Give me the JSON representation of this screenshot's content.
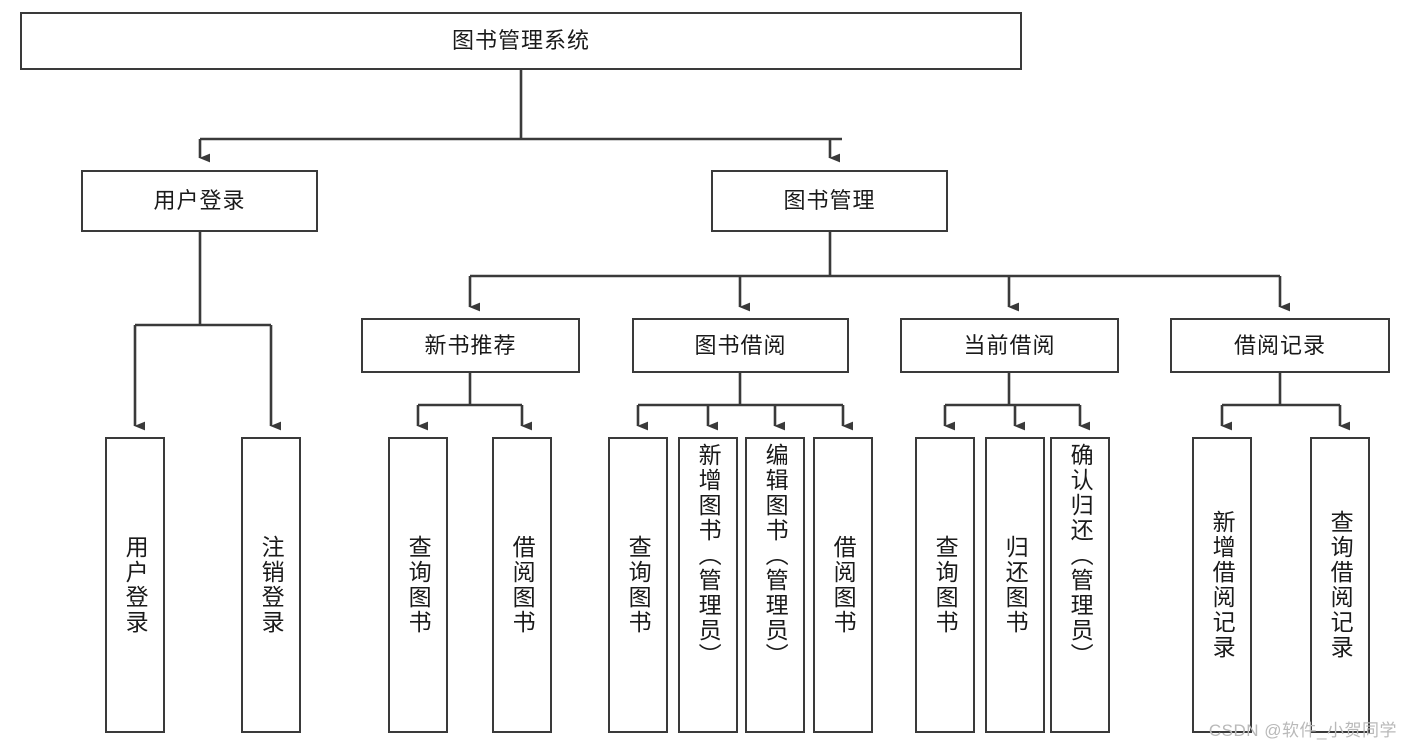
{
  "diagram": {
    "title": "图书管理系统",
    "watermark": "CSDN @软件_小贺同学",
    "colors": {
      "box_border": "#3a3a3a",
      "box_fill": "#ffffff",
      "edge": "#3a3a3a",
      "text": "#1a1a1a",
      "watermark": "#b9b9b9"
    },
    "nodes": {
      "root": {
        "label": "图书管理系统"
      },
      "level2": [
        {
          "id": "user-login",
          "label": "用户登录"
        },
        {
          "id": "book-manage",
          "label": "图书管理"
        }
      ],
      "level3": [
        {
          "id": "new-book-rec",
          "label": "新书推荐"
        },
        {
          "id": "book-borrow",
          "label": "图书借阅"
        },
        {
          "id": "current-borrow",
          "label": "当前借阅"
        },
        {
          "id": "borrow-record",
          "label": "借阅记录"
        }
      ],
      "leaves": {
        "user-login": [
          {
            "id": "leaf-user-login",
            "label": "用户登录"
          },
          {
            "id": "leaf-user-logout",
            "label": "注销登录"
          }
        ],
        "new-book-rec": [
          {
            "id": "leaf-query-book-1",
            "label": "查询图书"
          },
          {
            "id": "leaf-borrow-book-1",
            "label": "借阅图书"
          }
        ],
        "book-borrow": [
          {
            "id": "leaf-query-book-2",
            "label": "查询图书"
          },
          {
            "id": "leaf-add-book",
            "label": "新增图书（管理员）"
          },
          {
            "id": "leaf-edit-book",
            "label": "编辑图书（管理员）"
          },
          {
            "id": "leaf-borrow-book-2",
            "label": "借阅图书"
          }
        ],
        "current-borrow": [
          {
            "id": "leaf-query-book-3",
            "label": "查询图书"
          },
          {
            "id": "leaf-return-book",
            "label": "归还图书"
          },
          {
            "id": "leaf-confirm-return",
            "label": "确认归还（管理员）"
          }
        ],
        "borrow-record": [
          {
            "id": "leaf-add-record",
            "label": "新增借阅记录"
          },
          {
            "id": "leaf-query-record",
            "label": "查询借阅记录"
          }
        ]
      }
    }
  }
}
